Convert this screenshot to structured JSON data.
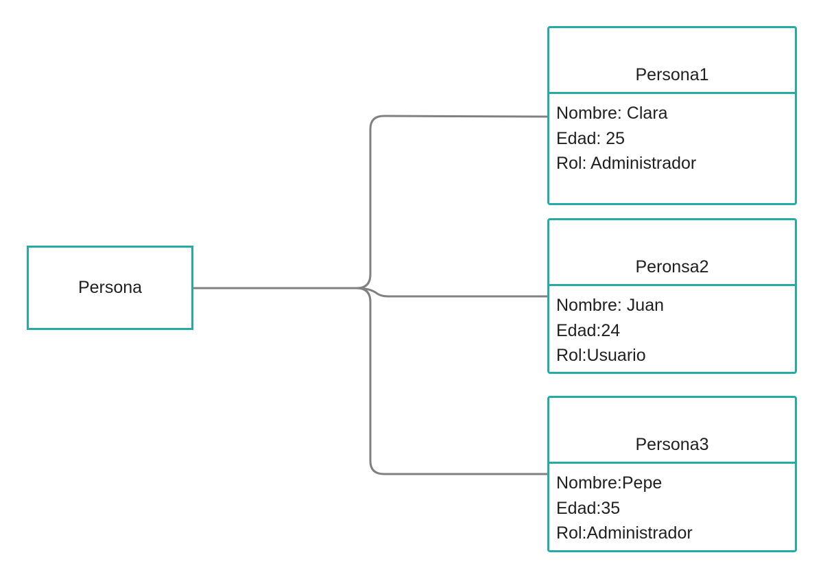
{
  "diagram": {
    "root": {
      "label": "Persona"
    },
    "nodes": [
      {
        "title": "Persona1",
        "fields": [
          "Nombre: Clara",
          "Edad: 25",
          "Rol: Administrador"
        ]
      },
      {
        "title": "Peronsa2",
        "fields": [
          "Nombre: Juan",
          "Edad:24",
          "Rol:Usuario"
        ]
      },
      {
        "title": "Persona3",
        "fields": [
          "Nombre:Pepe",
          "Edad:35",
          "Rol:Administrador"
        ]
      }
    ],
    "colors": {
      "box_border": "#25aaa6",
      "connector": "#808080",
      "text": "#1f1f1f"
    }
  }
}
